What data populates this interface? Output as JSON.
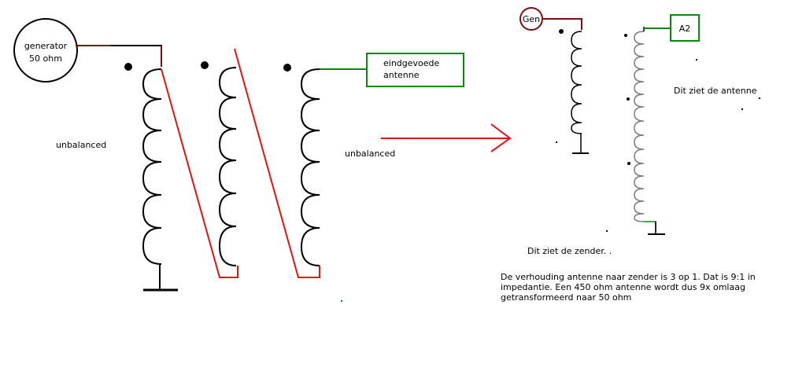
{
  "left_diagram": {
    "generator_line1": "generator",
    "generator_line2": "50 ohm",
    "unbalanced_left": "unbalanced",
    "antenna_line1": "eindgevoede",
    "antenna_line2": "antenne",
    "unbalanced_right": "unbalanced"
  },
  "right_diagram": {
    "gen_label": "Gen",
    "a2_label": "A2",
    "antenna_sees": "Dit ziet de antenne",
    "transmitter_sees": "Dit ziet de zender.  .",
    "explanation_line1": "De verhouding antenne naar zender is 3 op 1. Dat is 9:1 in",
    "explanation_line2": "impedantie. Een 450 ohm antenne wordt dus 9x omlaag",
    "explanation_line3": "getransformeerd naar 50 ohm"
  },
  "colors": {
    "dark_red": "#7b1010",
    "red": "#e41212",
    "green": "#0a8a0a",
    "gray_coil": "#7a7a7a",
    "black": "#000000"
  }
}
